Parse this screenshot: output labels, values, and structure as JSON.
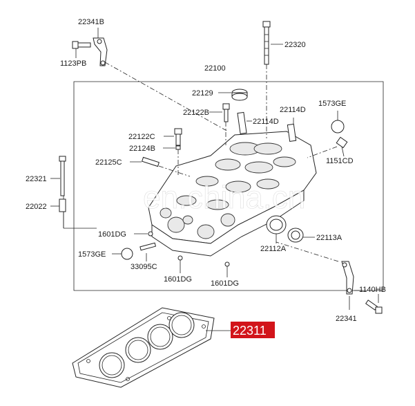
{
  "diagram": {
    "labels": {
      "l22341B": "22341B",
      "l1123PB": "1123PB",
      "l22320": "22320",
      "l22100": "22100",
      "l22129": "22129",
      "l22122B": "22122B",
      "l22114D_a": "22114D",
      "l22114D_b": "22114D",
      "l1573GE_a": "1573GE",
      "l22122C": "22122C",
      "l22124B": "22124B",
      "l22125C": "22125C",
      "l1151CD": "1151CD",
      "l22321": "22321",
      "l22022": "22022",
      "l1601DG_a": "1601DG",
      "l1573GE_b": "1573GE",
      "l33095C": "33095C",
      "l1601DG_b": "1601DG",
      "l1601DG_c": "1601DG",
      "l22112A": "22112A",
      "l22113A": "22113A",
      "l1140HB": "1140HB",
      "l22341": "22341"
    },
    "highlight_part": "22311",
    "highlight_color": "#d2141a",
    "watermark": "en.china.cn"
  }
}
